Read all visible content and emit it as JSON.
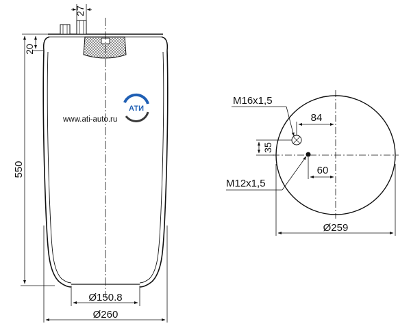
{
  "side_view": {
    "dim_height": "550",
    "dim_top": "20",
    "dim_stud": "27",
    "dim_base_diameter": "Ø150.8",
    "dim_outer_diameter": "Ø260"
  },
  "top_view": {
    "thread_large": "M16x1,5",
    "thread_small": "M12x1,5",
    "dim_offset_84": "84",
    "dim_offset_35": "35",
    "dim_offset_60": "60",
    "dim_diameter": "Ø259"
  },
  "watermark": {
    "url": "www.ati-auto.ru",
    "logo_text": "АТИ",
    "colors": {
      "blue": "#1f5fb4",
      "dark": "#3a3a3a"
    }
  }
}
